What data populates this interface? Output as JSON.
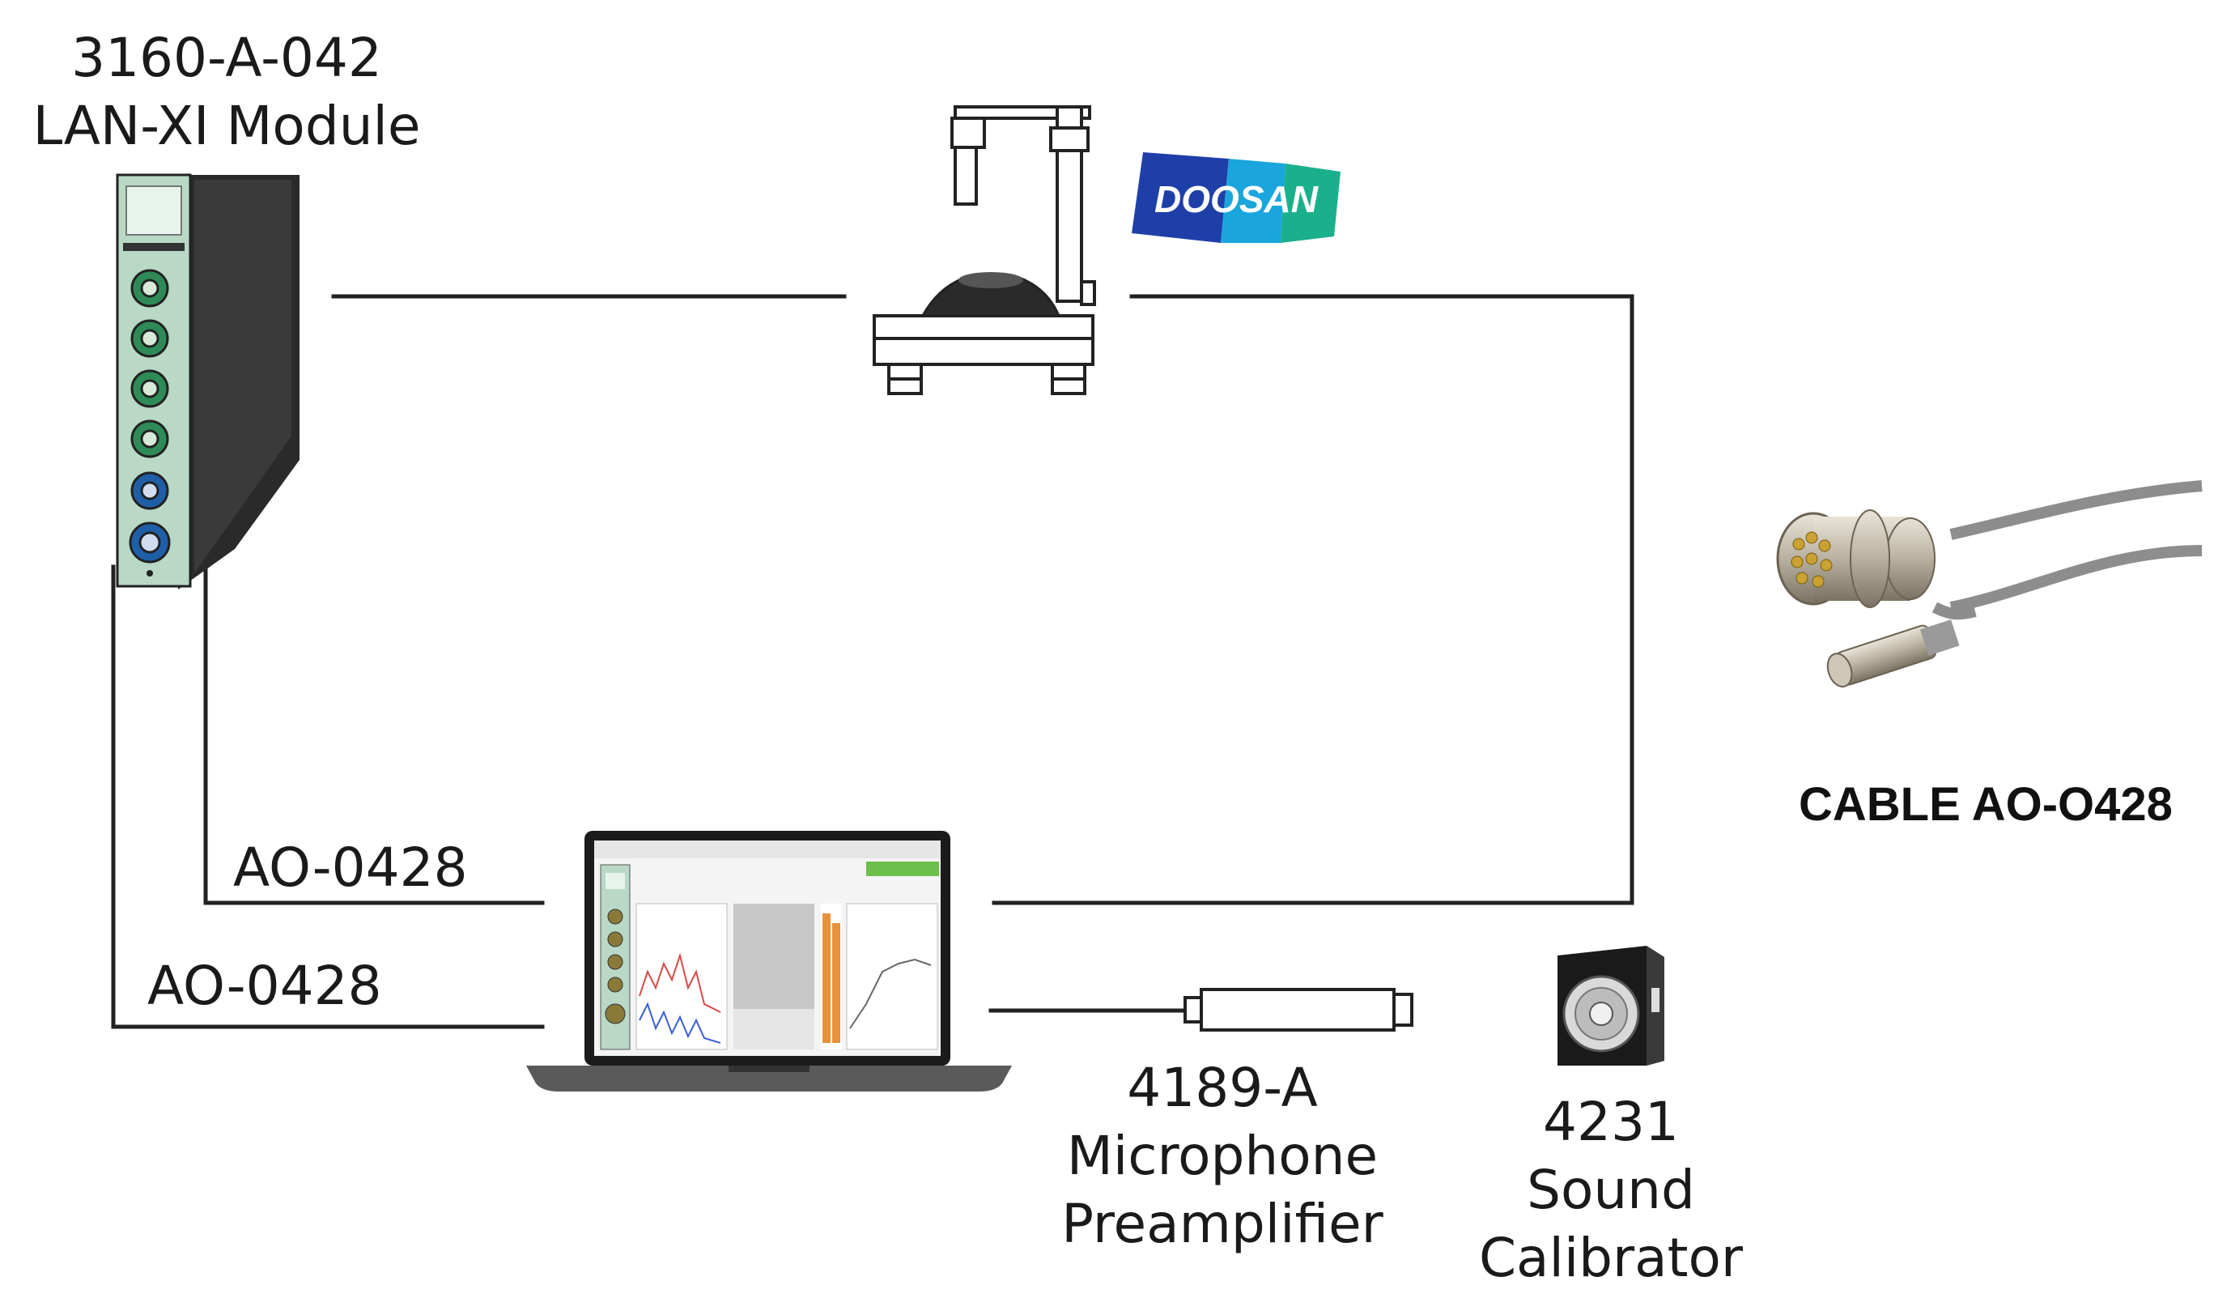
{
  "module": {
    "line1": "3160-A-042",
    "line2": "LAN-XI Module"
  },
  "cables": {
    "upper": "AO-0428",
    "lower": "AO-0428"
  },
  "preamp": {
    "line1": "4189-A",
    "line2": "Microphone",
    "line3": "Preamplifier"
  },
  "calibrator": {
    "line1": "4231",
    "line2": "Sound",
    "line3": "Calibrator"
  },
  "logo": {
    "text": "DOOSAN",
    "colors": [
      "#1f3fa8",
      "#1aa6dd",
      "#1bb08c"
    ]
  },
  "cable_photo": {
    "caption": "CABLE AO-O428"
  },
  "colors": {
    "wire": "#222222",
    "module_front": "#b9d8c6",
    "connector_green": "#2e8b57",
    "connector_blue": "#1f5fa8",
    "accent_orange": "#e8913a"
  }
}
